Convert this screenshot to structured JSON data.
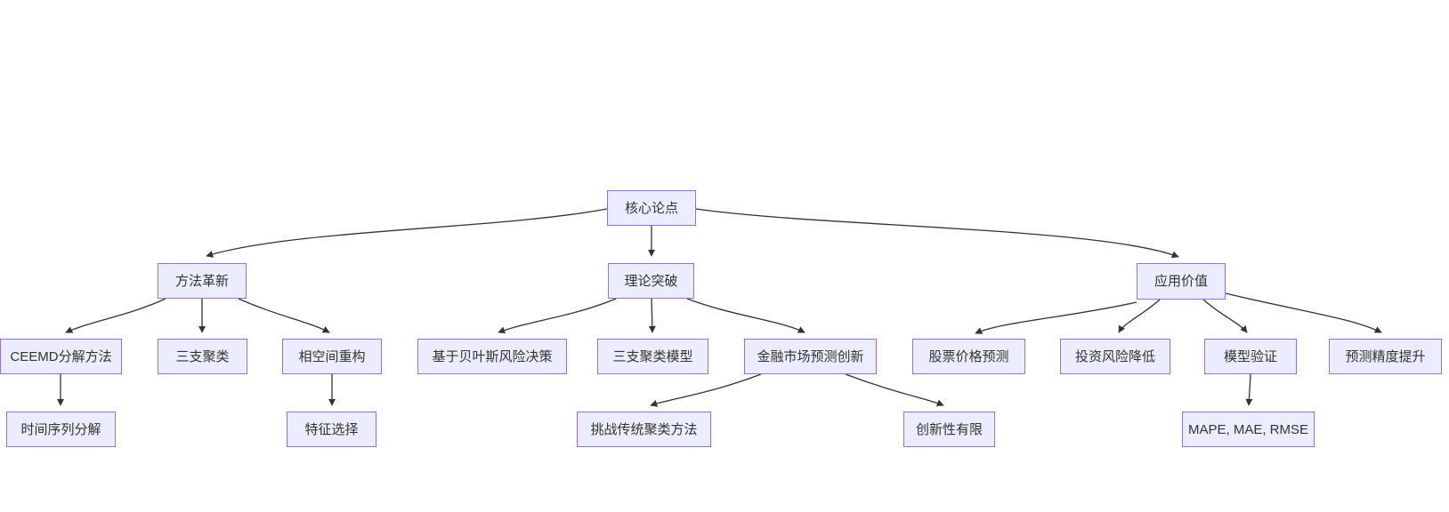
{
  "diagram": {
    "type": "flowchart",
    "direction": "top-down",
    "colors": {
      "background": "#ffffff",
      "node_fill": "#ECECFF",
      "node_border": "#9370DB",
      "text": "#333333",
      "edge": "#333333"
    },
    "nodes": {
      "core": {
        "label": "核心论点",
        "level": 0
      },
      "method": {
        "label": "方法革新",
        "level": 1
      },
      "theory": {
        "label": "理论突破",
        "level": 1
      },
      "application": {
        "label": "应用价值",
        "level": 1
      },
      "ceemd": {
        "label": "CEEMD分解方法",
        "level": 2
      },
      "three_way_clustering": {
        "label": "三支聚类",
        "level": 2
      },
      "phase_space": {
        "label": "相空间重构",
        "level": 2
      },
      "bayes_risk": {
        "label": "基于贝叶斯风险决策",
        "level": 2
      },
      "twc_model": {
        "label": "三支聚类模型",
        "level": 2
      },
      "financial_innovation": {
        "label": "金融市场预测创新",
        "level": 2
      },
      "stock_prediction": {
        "label": "股票价格预测",
        "level": 2
      },
      "risk_reduction": {
        "label": "投资风险降低",
        "level": 2
      },
      "model_validation": {
        "label": "模型验证",
        "level": 2
      },
      "precision_improvement": {
        "label": "预测精度提升",
        "level": 2
      },
      "time_series_decomposition": {
        "label": "时间序列分解",
        "level": 3
      },
      "feature_selection": {
        "label": "特征选择",
        "level": 3
      },
      "challenge_traditional": {
        "label": "挑战传统聚类方法",
        "level": 3
      },
      "limited_innovation": {
        "label": "创新性有限",
        "level": 3
      },
      "metrics": {
        "label": "MAPE, MAE, RMSE",
        "level": 3
      }
    },
    "edges": [
      {
        "from": "core",
        "to": "method"
      },
      {
        "from": "core",
        "to": "theory"
      },
      {
        "from": "core",
        "to": "application"
      },
      {
        "from": "method",
        "to": "ceemd"
      },
      {
        "from": "method",
        "to": "three_way_clustering"
      },
      {
        "from": "method",
        "to": "phase_space"
      },
      {
        "from": "theory",
        "to": "bayes_risk"
      },
      {
        "from": "theory",
        "to": "twc_model"
      },
      {
        "from": "theory",
        "to": "financial_innovation"
      },
      {
        "from": "application",
        "to": "stock_prediction"
      },
      {
        "from": "application",
        "to": "risk_reduction"
      },
      {
        "from": "application",
        "to": "model_validation"
      },
      {
        "from": "application",
        "to": "precision_improvement"
      },
      {
        "from": "ceemd",
        "to": "time_series_decomposition"
      },
      {
        "from": "phase_space",
        "to": "feature_selection"
      },
      {
        "from": "financial_innovation",
        "to": "challenge_traditional"
      },
      {
        "from": "financial_innovation",
        "to": "limited_innovation"
      },
      {
        "from": "model_validation",
        "to": "metrics"
      }
    ]
  }
}
